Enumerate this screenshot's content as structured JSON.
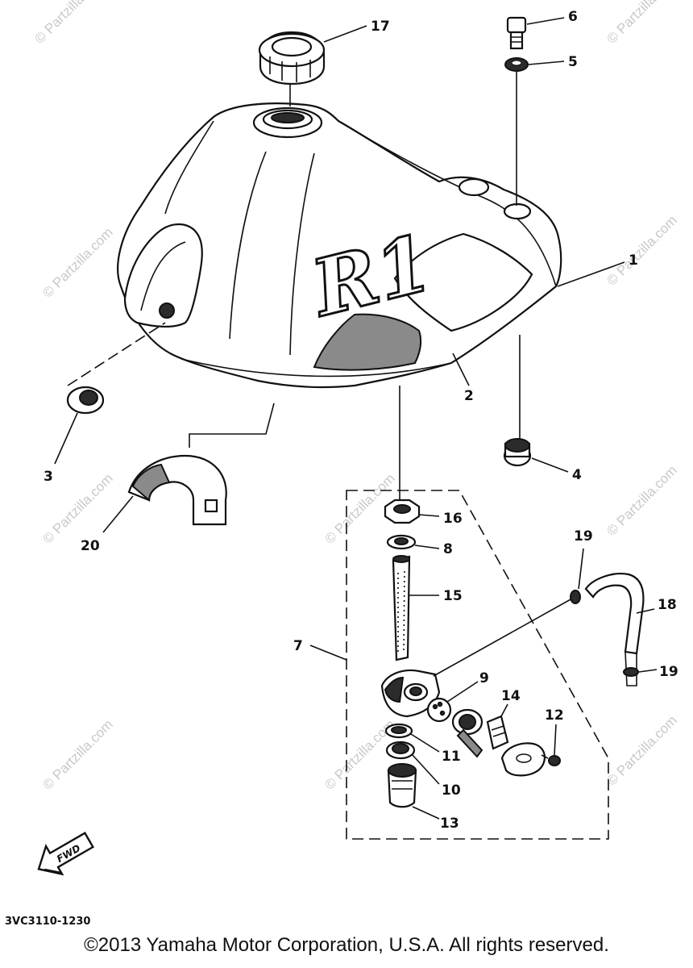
{
  "diagram": {
    "callouts": [
      "1",
      "2",
      "3",
      "4",
      "5",
      "6",
      "7",
      "8",
      "9",
      "10",
      "11",
      "12",
      "13",
      "14",
      "15",
      "16",
      "17",
      "18",
      "19",
      "19",
      "20"
    ],
    "tank_emblem": "R1",
    "fwd_label": "FWD",
    "part_code": "3VC3110-1230",
    "watermark": "© Partzilla.com"
  },
  "footer": {
    "copyright": "©2013 Yamaha Motor Corporation, U.S.A. All rights reserved."
  }
}
